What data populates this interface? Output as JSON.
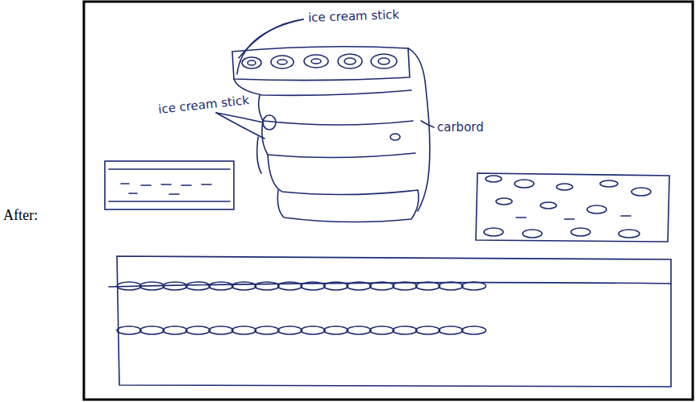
{
  "diagram": {
    "labels": [
      "After:",
      "ice cream stick",
      "ice cream stick",
      "carbord"
    ]
  }
}
